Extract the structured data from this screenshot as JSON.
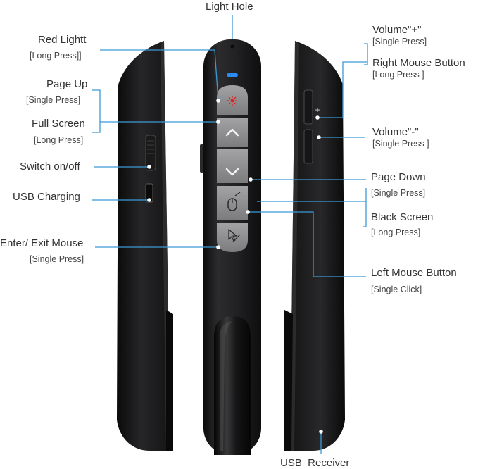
{
  "labels": {
    "light_hole": "Light Hole",
    "red_light": "Red Lightt",
    "red_light_action": "[Long Press]]",
    "page_up": "Page Up",
    "page_up_action": "[Single  Press]",
    "full_screen": "Full Screen",
    "full_screen_action": "[Long Press]",
    "switch": "Switch on/off",
    "usb_charging": "USB Charging",
    "enter_exit_mouse": "Enter/ Exit Mouse",
    "enter_exit_mouse_action": "[Single Press]",
    "volume_up": "Volume\"+\"",
    "volume_up_action": "[Single Press]",
    "right_mouse": "Right Mouse Button",
    "right_mouse_action": "[Long Press ]",
    "volume_down": "Volume\"-\"",
    "volume_down_action": "[Single Press ]",
    "page_down": "Page Down",
    "page_down_action": "[Single   Press]",
    "black_screen": "Black Screen",
    "black_screen_action": "[Long Press]",
    "left_mouse": "Left Mouse Button",
    "left_mouse_action": "[Single Click]",
    "usb_receiver": "USB  Receiver"
  },
  "device": {
    "plus_sign": "+",
    "minus_sign": "-",
    "body_color": "#1e1e20",
    "button_color": "#8e8e90",
    "line_color": "#3b9ad6",
    "led_color": "#2a8cf0",
    "laser_color": "#e02020"
  },
  "icons": [
    "laser-icon",
    "chevron-up-icon",
    "chevron-down-icon",
    "mouse-icon",
    "cursor-icon"
  ]
}
